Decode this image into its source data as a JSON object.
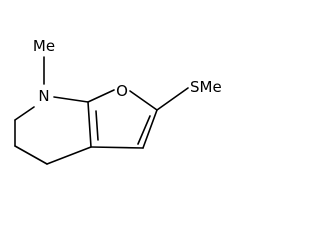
{
  "molecule": {
    "atoms": {
      "methyl_top": "Me",
      "nitrogen": "N",
      "oxygen": "O",
      "methylthio": "SMe"
    },
    "colors": {
      "bond": "#000000",
      "text": "#000000",
      "background": "#ffffff"
    }
  }
}
